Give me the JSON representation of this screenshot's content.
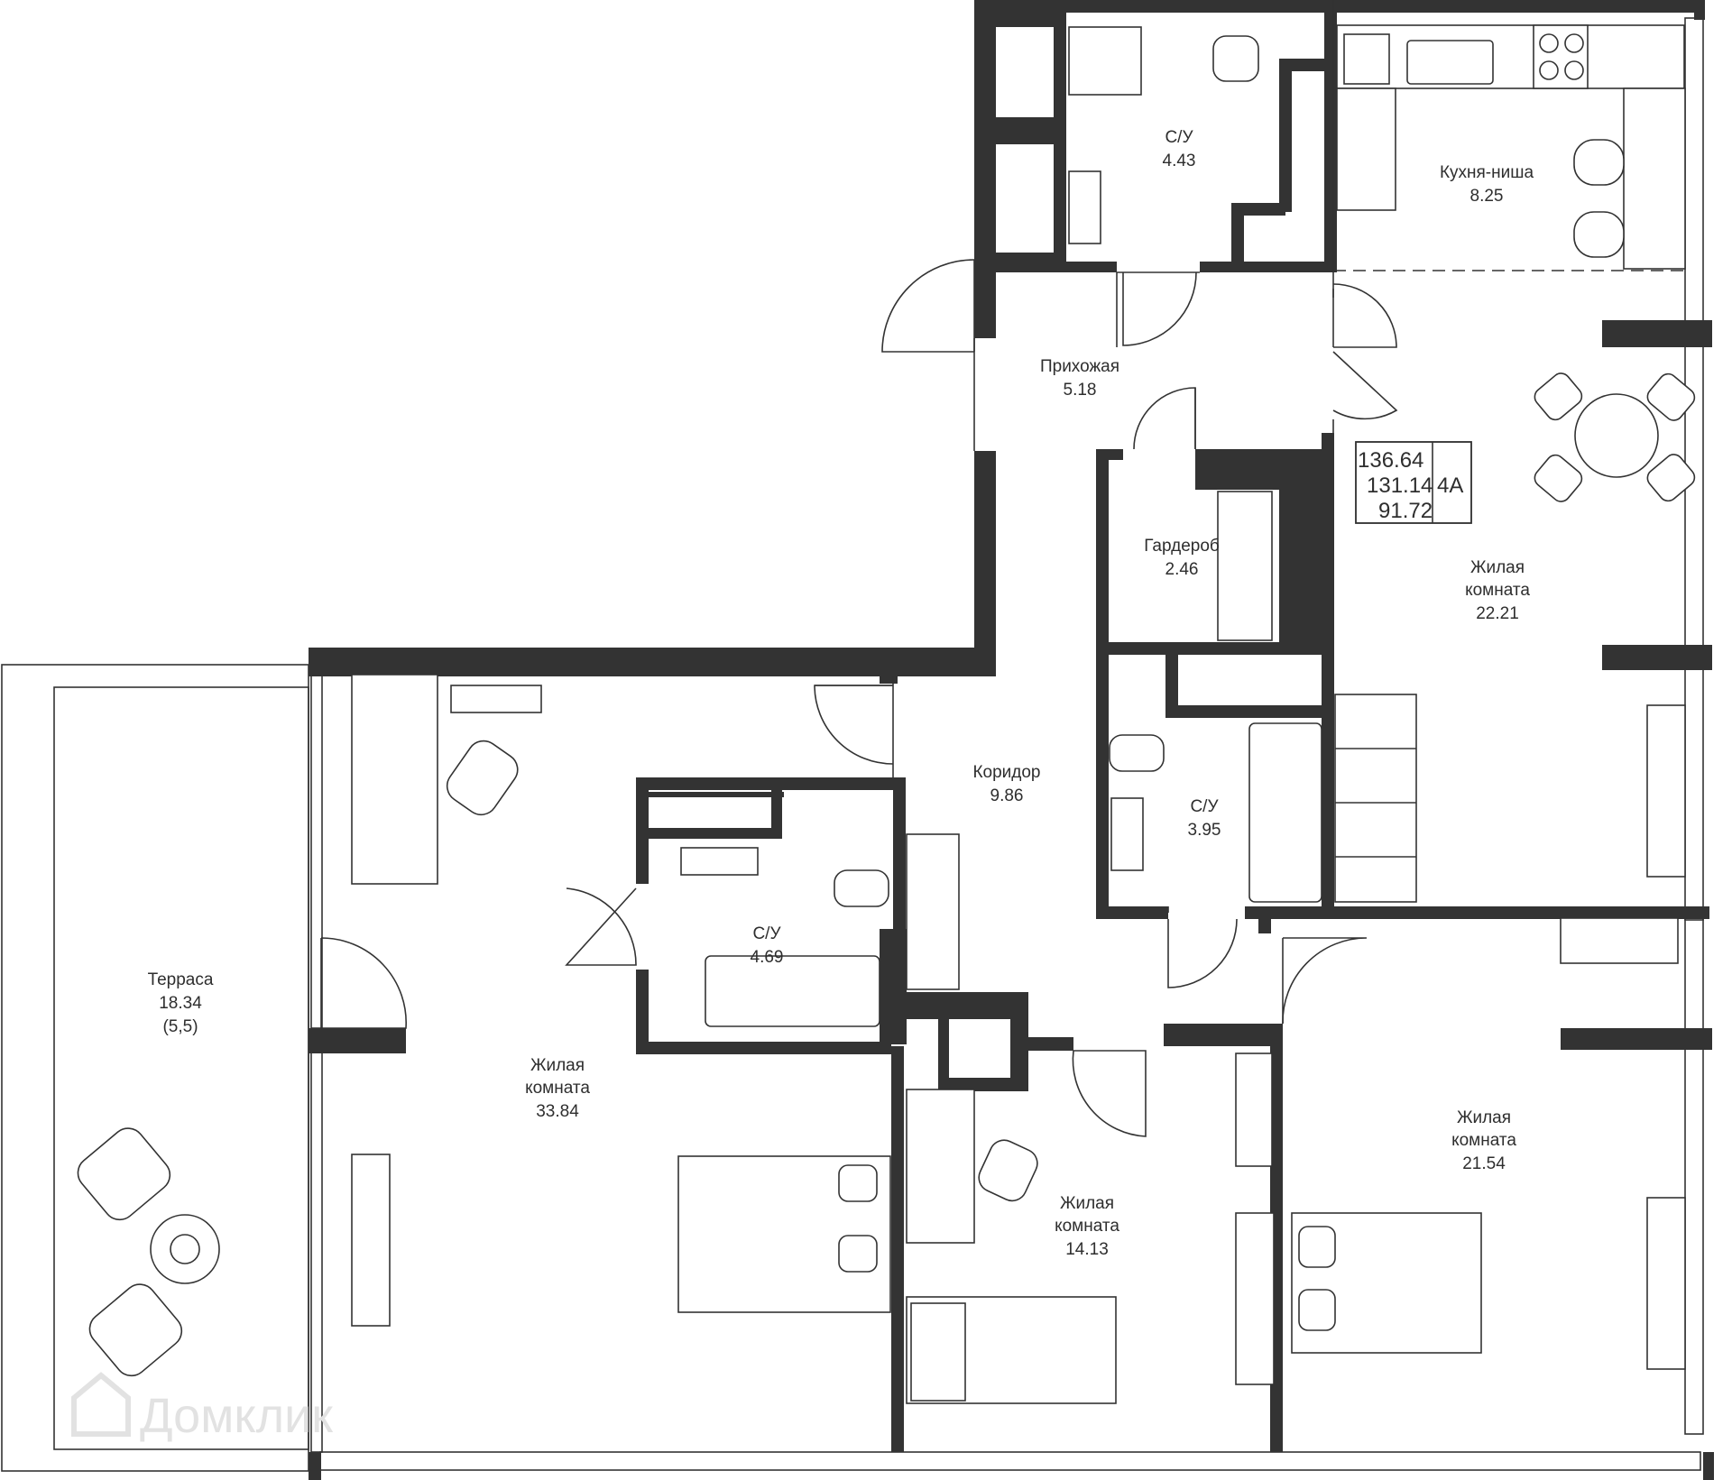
{
  "plan_code": "4А",
  "areas": {
    "total": "136.64",
    "living_incl": "131.14",
    "living": "91.72"
  },
  "rooms": [
    {
      "id": "bath-top",
      "lines": [
        "С/У",
        "4.43"
      ]
    },
    {
      "id": "kitchen",
      "lines": [
        "Кухня-ниша",
        "8.25"
      ]
    },
    {
      "id": "hall",
      "lines": [
        "Прихожая",
        "5.18"
      ]
    },
    {
      "id": "wardrobe",
      "lines": [
        "Гардероб",
        "2.46"
      ]
    },
    {
      "id": "living-22",
      "lines": [
        "Жилая",
        "комната",
        "22.21"
      ]
    },
    {
      "id": "corridor",
      "lines": [
        "Коридор",
        "9.86"
      ]
    },
    {
      "id": "bath-mid",
      "lines": [
        "С/У",
        "3.95"
      ]
    },
    {
      "id": "bath-left",
      "lines": [
        "С/У",
        "4.69"
      ]
    },
    {
      "id": "terrace",
      "lines": [
        "Терраса",
        "18.34",
        "(5,5)"
      ]
    },
    {
      "id": "living-33",
      "lines": [
        "Жилая",
        "комната",
        "33.84"
      ]
    },
    {
      "id": "living-14",
      "lines": [
        "Жилая",
        "комната",
        "14.13"
      ]
    },
    {
      "id": "living-21",
      "lines": [
        "Жилая",
        "комната",
        "21.54"
      ]
    }
  ],
  "watermark": "Домклик"
}
